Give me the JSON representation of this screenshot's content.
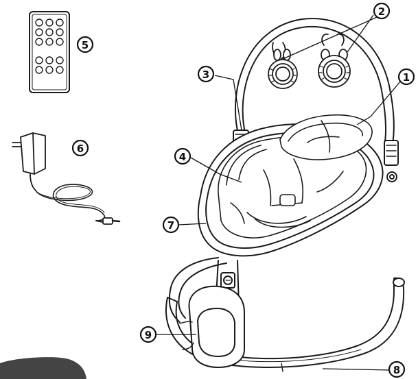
{
  "callouts": [
    {
      "id": "canopy",
      "label": "3"
    },
    {
      "id": "toys",
      "label": "2"
    },
    {
      "id": "headrest",
      "label": "1"
    },
    {
      "id": "remote",
      "label": "5"
    },
    {
      "id": "adapter",
      "label": "6"
    },
    {
      "id": "seat-cushion",
      "label": "4"
    },
    {
      "id": "seat-frame",
      "label": "7"
    },
    {
      "id": "control-unit",
      "label": "9"
    },
    {
      "id": "base",
      "label": "8"
    }
  ],
  "colors": {
    "line": "#1a1a1a",
    "fill": "#ffffff",
    "corner_tab": "#444444"
  }
}
